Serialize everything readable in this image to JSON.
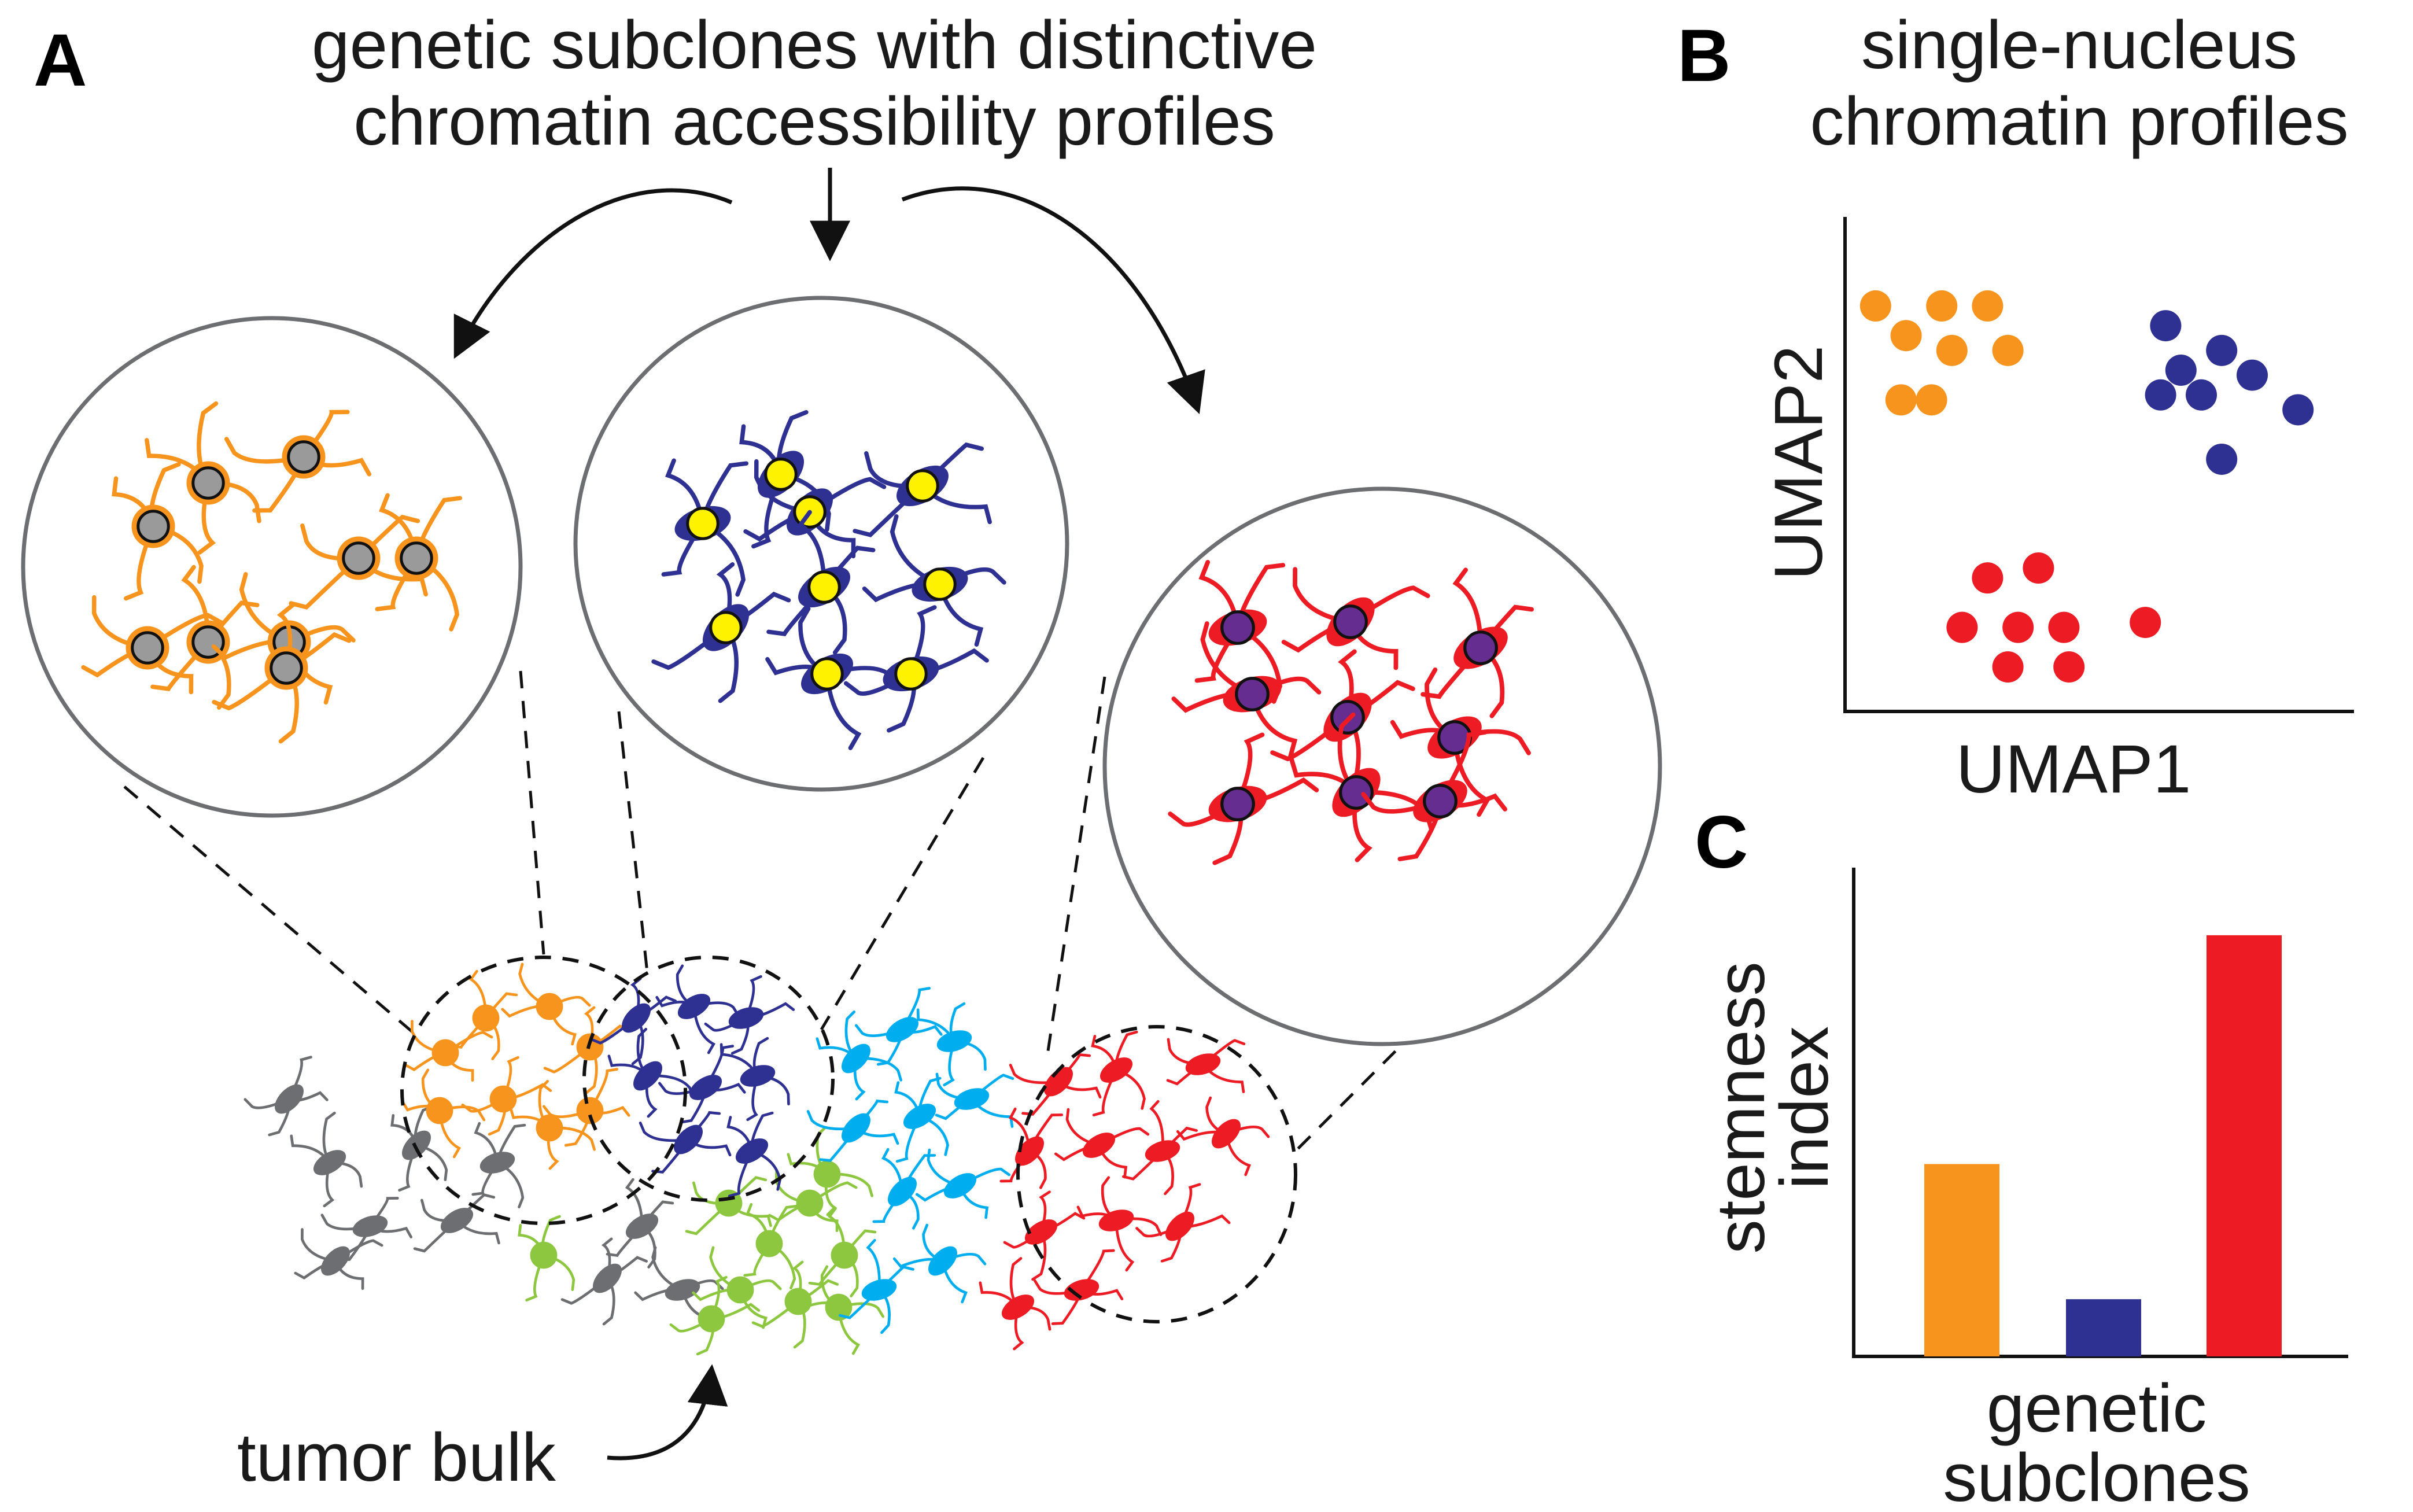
{
  "panel_a": {
    "letter": "A",
    "title_line1": "genetic subclones with distinctive",
    "title_line2": "chromatin accessibility profiles",
    "bulk_label": "tumor bulk"
  },
  "panel_b": {
    "letter": "B",
    "title_line1": "single-nucleus",
    "title_line2": "chromatin profiles"
  },
  "panel_c": {
    "letter": "C",
    "xlabel_line1": "genetic",
    "xlabel_line2": "subclones"
  },
  "colors": {
    "orange": "#F7941D",
    "navy": "#2E3192",
    "red": "#ED1C24",
    "cyan": "#00AEEF",
    "green": "#8DC63F",
    "gray": "#6D6E71",
    "nucleus_gray": "#9A9A9A",
    "nucleus_yellow": "#FFF200",
    "nucleus_purple": "#662D91"
  },
  "chart_data": [
    {
      "type": "scatter",
      "xlabel": "UMAP1",
      "ylabel": "UMAP2",
      "xlim": [
        0,
        10
      ],
      "ylim": [
        0,
        10
      ],
      "grid": false,
      "series": [
        {
          "color": "#F7941D",
          "points": [
            [
              0.6,
              8.2
            ],
            [
              1.9,
              8.2
            ],
            [
              2.8,
              8.2
            ],
            [
              1.2,
              7.6
            ],
            [
              2.1,
              7.3
            ],
            [
              3.2,
              7.3
            ],
            [
              1.1,
              6.3
            ],
            [
              1.7,
              6.3
            ]
          ]
        },
        {
          "color": "#2E3192",
          "points": [
            [
              6.3,
              7.8
            ],
            [
              7.4,
              7.3
            ],
            [
              6.6,
              6.9
            ],
            [
              8.0,
              6.8
            ],
            [
              6.2,
              6.4
            ],
            [
              7.0,
              6.4
            ],
            [
              8.9,
              6.1
            ],
            [
              7.4,
              5.1
            ]
          ]
        },
        {
          "color": "#ED1C24",
          "points": [
            [
              2.8,
              2.7
            ],
            [
              3.8,
              2.9
            ],
            [
              5.9,
              1.8
            ],
            [
              2.3,
              1.7
            ],
            [
              3.4,
              1.7
            ],
            [
              4.3,
              1.7
            ],
            [
              3.2,
              0.9
            ],
            [
              4.4,
              0.9
            ]
          ]
        }
      ]
    },
    {
      "type": "bar",
      "ylabel_line1": "stemness",
      "ylabel_line2": "index",
      "categories": [
        "",
        "",
        ""
      ],
      "values": [
        3.7,
        1.1,
        8.1
      ],
      "colors": [
        "#F7941D",
        "#2E3192",
        "#ED1C24"
      ],
      "ylim": [
        0,
        9.4
      ]
    }
  ]
}
